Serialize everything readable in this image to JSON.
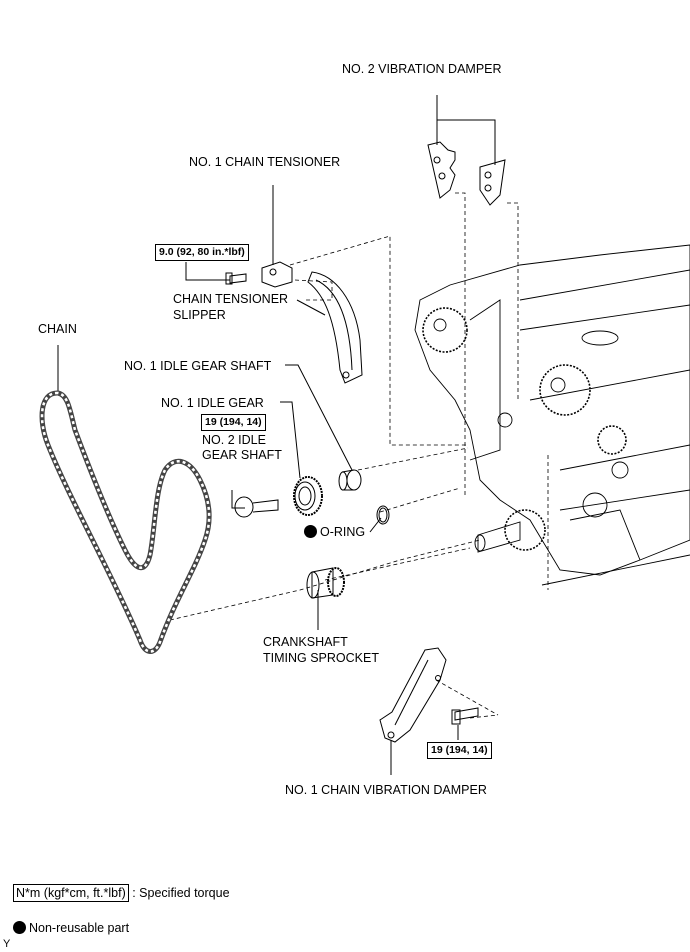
{
  "diagram": {
    "labels": {
      "no2_vibration_damper": "NO. 2 VIBRATION DAMPER",
      "no1_chain_tensioner": "NO. 1 CHAIN TENSIONER",
      "chain_tensioner_slipper_l1": "CHAIN TENSIONER",
      "chain_tensioner_slipper_l2": "SLIPPER",
      "chain": "CHAIN",
      "no1_idle_gear_shaft": "NO. 1 IDLE GEAR SHAFT",
      "no1_idle_gear": "NO. 1 IDLE GEAR",
      "no2_idle_gear_shaft_l1": "NO. 2 IDLE",
      "no2_idle_gear_shaft_l2": "GEAR SHAFT",
      "o_ring": "O-RING",
      "crankshaft_sprocket_l1": "CRANKSHAFT",
      "crankshaft_sprocket_l2": "TIMING SPROCKET",
      "no1_chain_vibration_damper": "NO. 1 CHAIN VIBRATION DAMPER"
    },
    "torques": {
      "tensioner_bolt": "9.0 (92, 80 in.*lbf)",
      "idle_gear_shaft": "19 (194, 14)",
      "vibration_damper_bolt": "19 (194, 14)"
    },
    "legend": {
      "torque_unit": "N*m (kgf*cm, ft.*lbf)",
      "torque_text": ": Specified torque",
      "non_reusable_text": "Non-reusable part"
    },
    "corner_mark": "Y"
  }
}
